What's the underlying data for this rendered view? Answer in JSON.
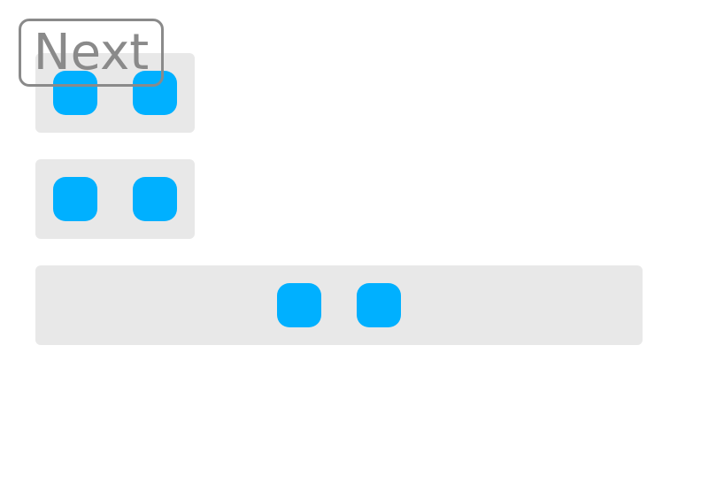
{
  "next_button": {
    "label": "Next"
  },
  "colors": {
    "row_background": "#e8e8e8",
    "square": "#00b0ff",
    "button_outline": "#8a8a8a"
  },
  "rows": [
    {
      "alignment": "start",
      "square_count": 2
    },
    {
      "alignment": "start",
      "square_count": 2
    },
    {
      "alignment": "center",
      "square_count": 2
    }
  ]
}
